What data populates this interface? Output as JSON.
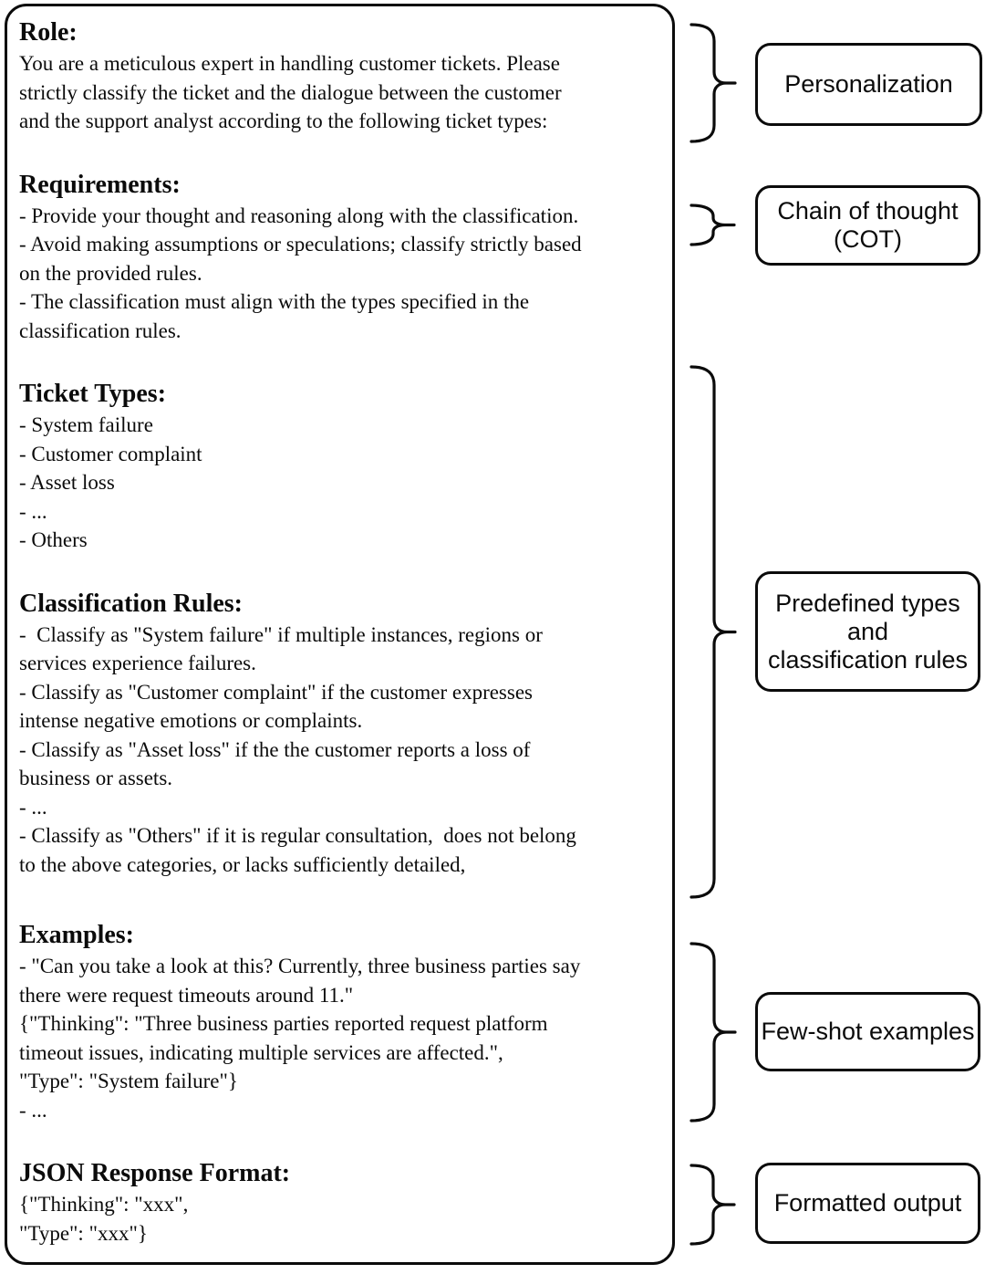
{
  "panel": {
    "sections": [
      {
        "heading": "Role:",
        "body": "You are a meticulous expert in handling customer tickets. Please\nstrictly classify the ticket and the dialogue between the customer\nand the support analyst according to the following ticket types:"
      },
      {
        "heading": "Requirements:",
        "body": "- Provide your thought and reasoning along with the classification.\n- Avoid making assumptions or speculations; classify strictly based\non the provided rules.\n- The classification must align with the types specified in the\nclassification rules."
      },
      {
        "heading": "Ticket Types:",
        "body": "- System failure\n- Customer complaint\n- Asset loss\n- ...\n- Others"
      },
      {
        "heading": "Classification Rules:",
        "body": "-  Classify as \"System failure\" if multiple instances, regions or\nservices experience failures.\n- Classify as \"Customer complaint\" if the customer expresses\nintense negative emotions or complaints.\n- Classify as \"Asset loss\" if the the customer reports a loss of\nbusiness or assets.\n- ...\n- Classify as \"Others\" if it is regular consultation,  does not belong\nto the above categories, or lacks sufficiently detailed,"
      },
      {
        "heading": "Examples:",
        "body": "- \"Can you take a look at this? Currently, three business parties say\nthere were request timeouts around 11.\"\n{\"Thinking\": \"Three business parties reported request platform\ntimeout issues, indicating multiple services are affected.\",\n\"Type\": \"System failure\"}\n- ..."
      },
      {
        "heading": "JSON Response Format:",
        "body": "{\"Thinking\": \"xxx\",\n\"Type\": \"xxx\"}"
      }
    ]
  },
  "annotations": [
    {
      "label": "Personalization"
    },
    {
      "label": "Chain of thought\n(COT)"
    },
    {
      "label": "Predefined types\nand\nclassification rules"
    },
    {
      "label": "Few-shot examples"
    },
    {
      "label": "Formatted output"
    }
  ]
}
